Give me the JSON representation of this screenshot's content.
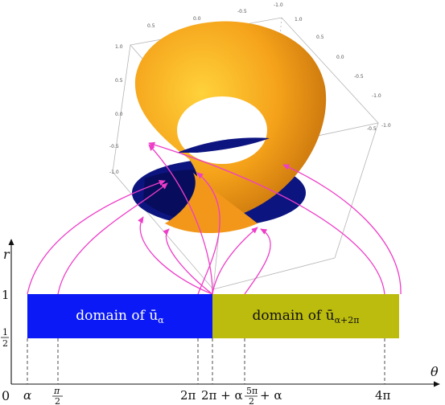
{
  "axes": {
    "r_label": "r",
    "theta_label": "θ",
    "origin_label": "0",
    "r_ticks": [
      {
        "label": "1",
        "kind": "plain"
      },
      {
        "label": "1/2",
        "kind": "frac",
        "num": "1",
        "den": "2"
      }
    ],
    "theta_ticks": [
      {
        "label": "α",
        "text": "α"
      },
      {
        "label": "π/2",
        "num": "π",
        "den": "2"
      },
      {
        "label": "2π",
        "text": "2π"
      },
      {
        "label": "2π + α",
        "text": "2π + α"
      },
      {
        "label": "5π/2 + α",
        "num": "5π",
        "den": "2",
        "suffix": "+ α"
      },
      {
        "label": "4π",
        "text": "4π"
      }
    ]
  },
  "domains": [
    {
      "label": "domain of ū",
      "sub": "α",
      "color": "#0a19f5",
      "text_color": "#ffffff"
    },
    {
      "label": "domain of ū",
      "sub": "α+2π",
      "color": "#bcbc0e",
      "text_color": "#111111"
    }
  ],
  "box_ticks": {
    "top_left": [
      "0.5",
      "0.0",
      "-0.5",
      "-1.0"
    ],
    "top_right": [
      "1.0",
      "0.5",
      "0.0",
      "-0.5",
      "-1.0"
    ],
    "left": [
      "1.0",
      "0.5",
      "0.0",
      "-0.5",
      "-1.0"
    ],
    "right": [
      "-0.5",
      "-1.0"
    ]
  },
  "colors": {
    "surface_orange": "#f5a21a",
    "disk_navy": "#0c1480",
    "arrow_magenta": "#ee3dc8"
  }
}
